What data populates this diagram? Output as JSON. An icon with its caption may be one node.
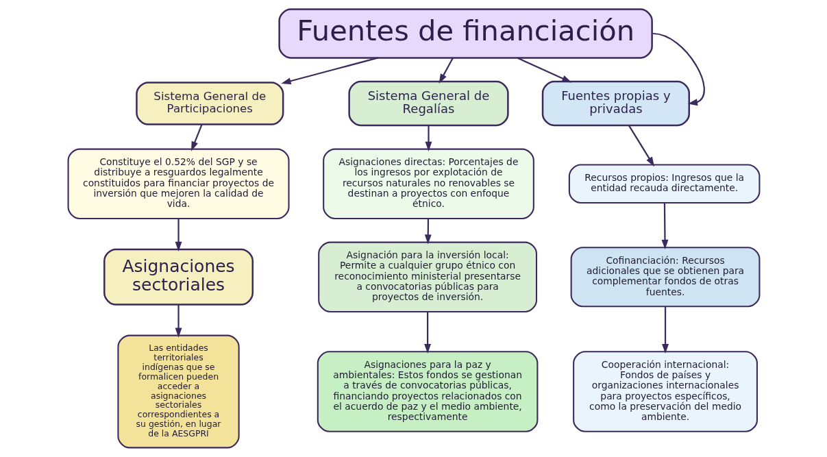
{
  "diagram": {
    "nodes": [
      {
        "text": [
          "Fuentes de financiación"
        ]
      },
      {
        "text": [
          "Sistema General de Participaciones"
        ]
      },
      {
        "text": [
          "Constituye el 0.52% del SGP y se distribuye a resguardos legalmente constituidos para financiar proyectos de inversión que mejoren la calidad de vida."
        ]
      },
      {
        "text": [
          "Asignaciones sectoriales"
        ]
      },
      {
        "text": [
          "Las entidades territoriales indígenas que se formalicen pueden acceder a asignaciones sectoriales correspondientes a su gestión, en lugar de la AESGPRI"
        ]
      },
      {
        "text": [
          "Sistema General de Regalías"
        ]
      },
      {
        "text": [
          "Asignaciones directas: Porcentajes de los ingresos por explotación de recursos naturales no renovables se destinan a proyectos con enfoque étnico."
        ]
      },
      {
        "text": [
          "Asignación para la inversión local: Permite a cualquier grupo étnico con reconocimiento ministerial presentarse a convocatorias públicas para proyectos de inversión."
        ]
      },
      {
        "text": [
          "Asignaciones para la paz y ambientales: Estos fondos se gestionan a través de convocatorias públicas, financiando proyectos relacionados con el acuerdo de paz y el medio ambiente, respectivamente"
        ]
      },
      {
        "text": [
          "Fuentes propias y privadas"
        ]
      },
      {
        "text": [
          "Recursos propios: Ingresos que la entidad recauda directamente."
        ]
      },
      {
        "text": [
          "Cofinanciación: Recursos adicionales que se obtienen para complementar fondos de otras fuentes."
        ]
      },
      {
        "text": [
          "Cooperación internacional: Fondos de países y organizaciones internacionales para proyectos específicos, como la preservación del medio ambiente."
        ]
      }
    ],
    "edges": [
      {
        "from": 0,
        "to": 1,
        "arrow": "to"
      },
      {
        "from": 0,
        "to": 5,
        "arrow": "to"
      },
      {
        "from": 0,
        "to": 9,
        "arrow": "to"
      },
      {
        "from": 0,
        "to": 9,
        "arrow": "to"
      },
      {
        "from": 1,
        "to": 2,
        "arrow": "to"
      },
      {
        "from": 2,
        "to": 3,
        "arrow": "to"
      },
      {
        "from": 3,
        "to": 4,
        "arrow": "to"
      },
      {
        "from": 5,
        "to": 6,
        "arrow": "to"
      },
      {
        "from": 6,
        "to": 7,
        "arrow": "to"
      },
      {
        "from": 7,
        "to": 8,
        "arrow": "to"
      },
      {
        "from": 9,
        "to": 10,
        "arrow": "to"
      },
      {
        "from": 10,
        "to": 11,
        "arrow": "to"
      },
      {
        "from": 11,
        "to": 12,
        "arrow": "to"
      }
    ]
  }
}
